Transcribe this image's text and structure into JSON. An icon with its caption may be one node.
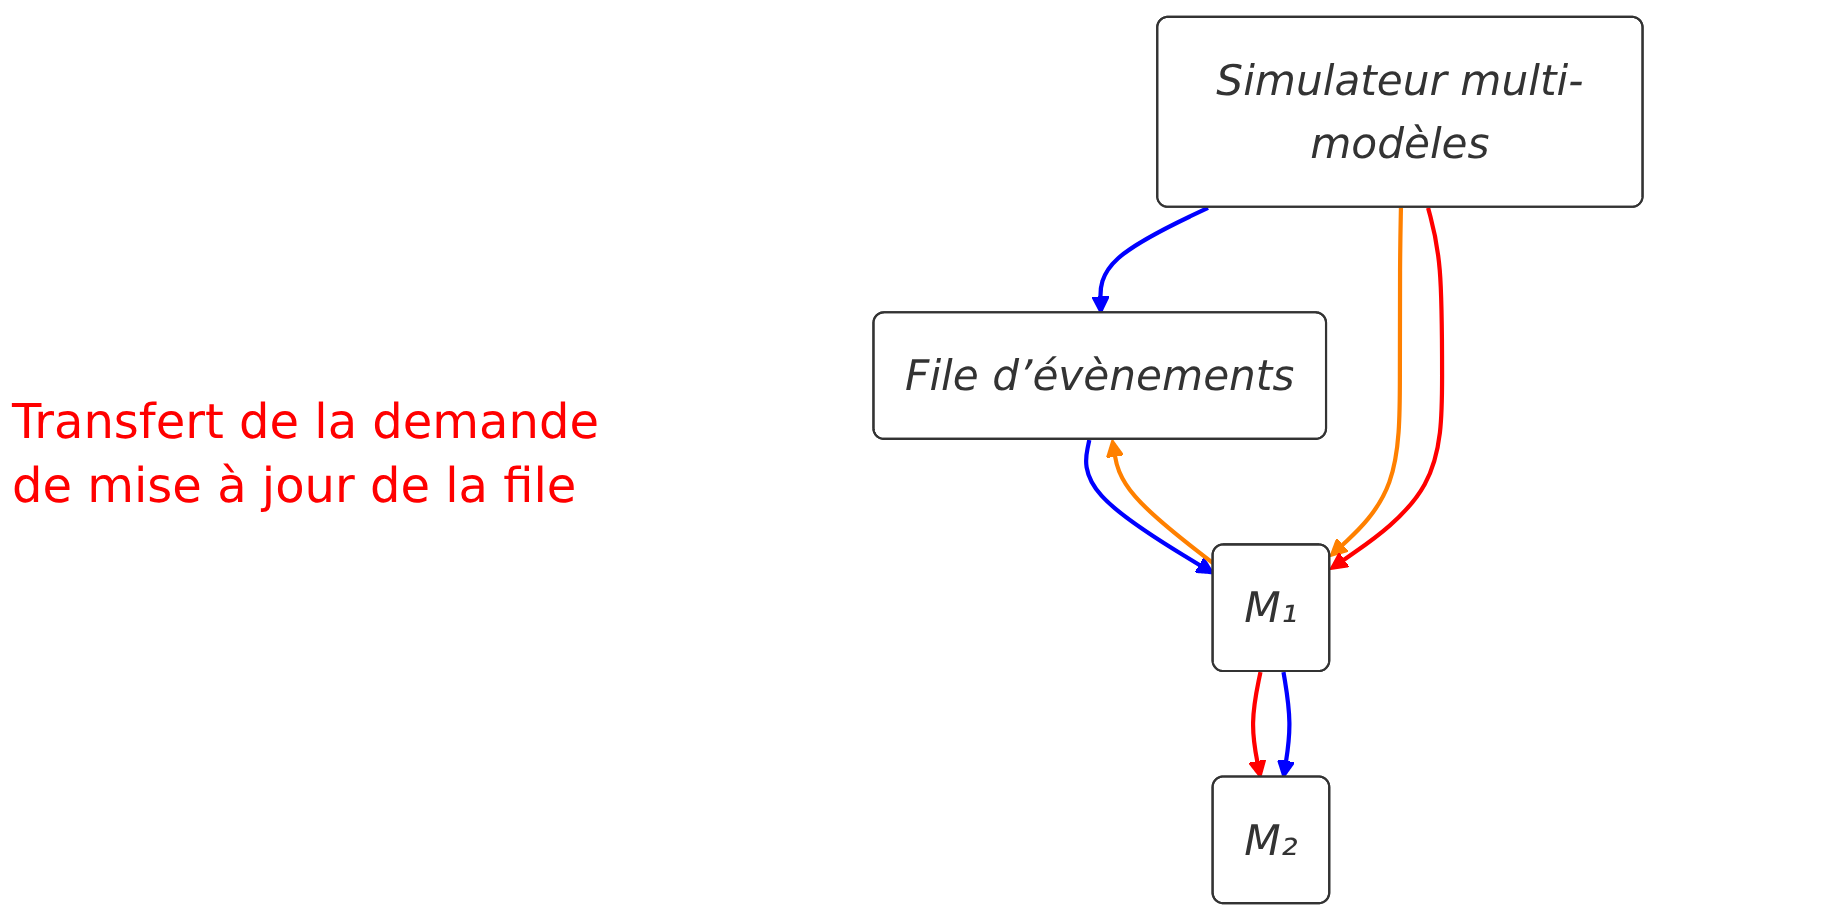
{
  "diagram": {
    "nodes": [
      {
        "text": [
          "File d’évènements"
        ]
      },
      {
        "text": [
          "Simulateur multi-modèles"
        ]
      },
      {
        "text": [
          "M₁"
        ]
      },
      {
        "text": [
          "M₂"
        ]
      }
    ],
    "edges": [
      {
        "from": 0,
        "to": 2,
        "arrow": "to",
        "color": "#0000ff"
      },
      {
        "from": 1,
        "to": 0,
        "arrow": "to",
        "color": "#0000ff"
      },
      {
        "from": 2,
        "to": 0,
        "arrow": "to",
        "color": "#ff8000"
      },
      {
        "from": 1,
        "to": 2,
        "arrow": "to",
        "color": "#ff8000"
      },
      {
        "from": 1,
        "to": 2,
        "arrow": "to",
        "color": "#ff0000"
      },
      {
        "from": 2,
        "to": 3,
        "arrow": "to",
        "color": "#ff0000"
      },
      {
        "from": 2,
        "to": 3,
        "arrow": "to",
        "color": "#0000ff"
      }
    ],
    "labels": [
      "Transfert de la demande de mise à jour de la file"
    ]
  }
}
